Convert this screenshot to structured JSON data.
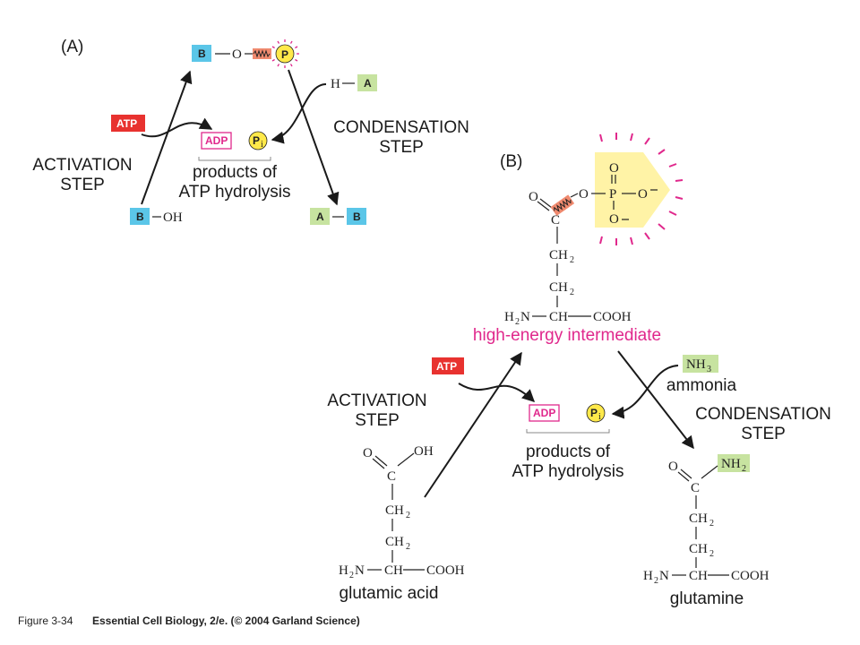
{
  "panel_a": {
    "label": "(A)",
    "group_b": "B",
    "bond_o": "O",
    "phosphate": "P",
    "h_label": "H",
    "group_a": "A",
    "atp": "ATP",
    "adp": "ADP",
    "pi": "P",
    "pi_sub": "i",
    "products_line1": "products of",
    "products_line2": "ATP hydrolysis",
    "activation_line1": "ACTIVATION",
    "activation_line2": "STEP",
    "condensation_line1": "CONDENSATION",
    "condensation_line2": "STEP",
    "oh_label": "OH"
  },
  "panel_b": {
    "label": "(B)",
    "high_energy_label": "high-energy intermediate",
    "atp": "ATP",
    "adp": "ADP",
    "pi": "P",
    "pi_sub": "i",
    "products_line1": "products of",
    "products_line2": "ATP hydrolysis",
    "activation_line1": "ACTIVATION",
    "activation_line2": "STEP",
    "condensation_line1": "CONDENSATION",
    "condensation_line2": "STEP",
    "nh3": "NH",
    "nh3_sub": "3",
    "ammonia_label": "ammonia",
    "glutamic_acid_label": "glutamic acid",
    "glutamine_label": "glutamine",
    "nh2": "NH",
    "nh2_sub": "2",
    "chem": {
      "o": "O",
      "c": "C",
      "oh": "OH",
      "ch": "CH",
      "sub2": "2",
      "h2n_h": "H",
      "h2n_n": "N",
      "ch_backbone": "CH",
      "cooh": "COOH",
      "p": "P",
      "o_minus": "O"
    }
  },
  "caption": {
    "figure": "Figure 3-34",
    "source": "Essential Cell Biology, 2/e. (© 2004 Garland Science)"
  },
  "colors": {
    "atp_red": "#e8322f",
    "magenta": "#e0288c",
    "blue_box": "#5bc6e8",
    "green_box": "#c7e3a0",
    "yellow": "#ffe94a",
    "salmon": "#f08a6f",
    "highlight_yellow": "#fff3a6"
  }
}
